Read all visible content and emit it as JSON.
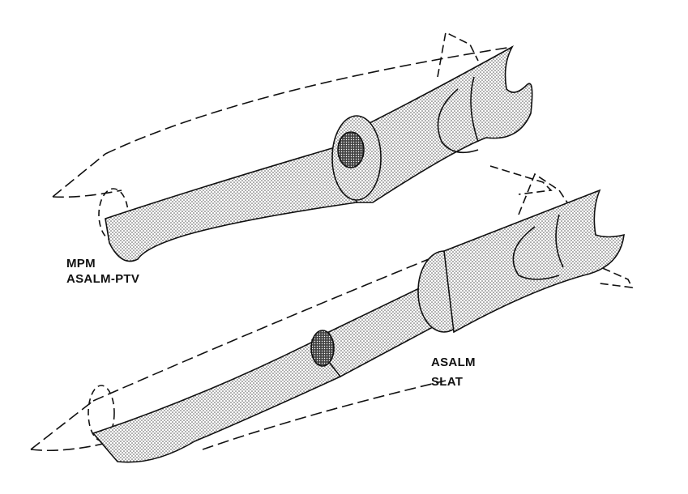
{
  "diagram": {
    "type": "technical-illustration",
    "subject": "Missile cutaway views showing internal ducting and engine",
    "colors": {
      "ink": "#111111",
      "fill_stipple": "#8a8a8a",
      "background": "#ffffff"
    },
    "vehicles": [
      {
        "id": "upper",
        "labels": {
          "line1": "MPM",
          "line2": "ASALM-PTV"
        }
      },
      {
        "id": "lower",
        "labels": {
          "line1": "ASALM",
          "line2": "SLAT"
        }
      }
    ]
  }
}
